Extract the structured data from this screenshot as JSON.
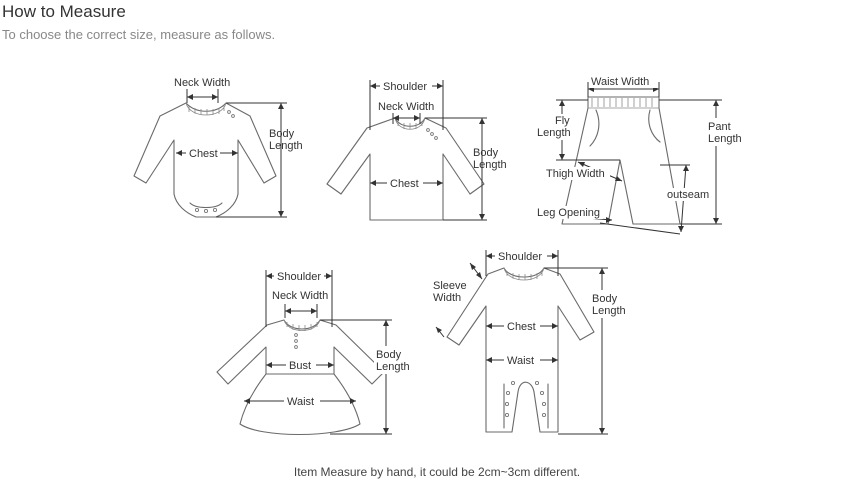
{
  "header": {
    "title": "How to Measure",
    "subtitle": "To choose the correct size, measure as follows."
  },
  "footer": {
    "note": "Item Measure by hand, it could be 2cm~3cm different."
  },
  "garments": {
    "bodysuit": {
      "neck_width": "Neck Width",
      "chest": "Chest",
      "body_length_1": "Body",
      "body_length_2": "Length"
    },
    "shirt": {
      "shoulder": "Shoulder",
      "neck_width": "Neck Width",
      "chest": "Chest",
      "body_length_1": "Body",
      "body_length_2": "Length"
    },
    "pants": {
      "waist_width": "Waist Width",
      "fly_length_1": "Fly",
      "fly_length_2": "Length",
      "pant_length_1": "Pant",
      "pant_length_2": "Length",
      "thigh_width": "Thigh Width",
      "outseam": "outseam",
      "leg_opening": "Leg Opening"
    },
    "dress": {
      "shoulder": "Shoulder",
      "neck_width": "Neck Width",
      "bust": "Bust",
      "waist": "Waist",
      "body_length_1": "Body",
      "body_length_2": "Length"
    },
    "romper": {
      "shoulder": "Shoulder",
      "sleeve_width_1": "Sleeve",
      "sleeve_width_2": "Width",
      "chest": "Chest",
      "waist": "Waist",
      "body_length_1": "Body",
      "body_length_2": "Length"
    }
  }
}
